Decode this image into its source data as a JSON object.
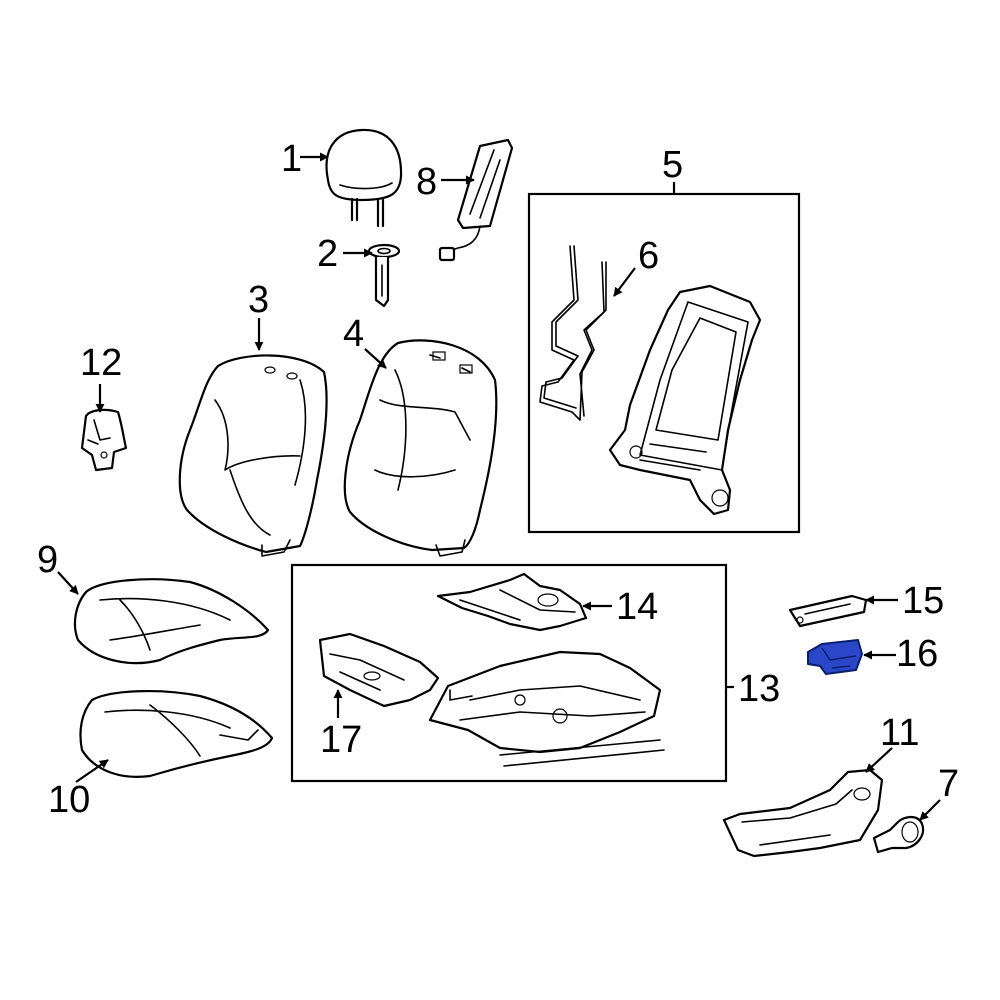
{
  "labels": {
    "p1": "1",
    "p2": "2",
    "p3": "3",
    "p4": "4",
    "p5": "5",
    "p6": "6",
    "p7": "7",
    "p8": "8",
    "p9": "9",
    "p10": "10",
    "p11": "11",
    "p12": "12",
    "p13": "13",
    "p14": "14",
    "p15": "15",
    "p16": "16",
    "p17": "17"
  },
  "colors": {
    "line": "#000000",
    "highlight": "#2b46c8",
    "background": "#ffffff"
  },
  "highlighted_part": "16"
}
